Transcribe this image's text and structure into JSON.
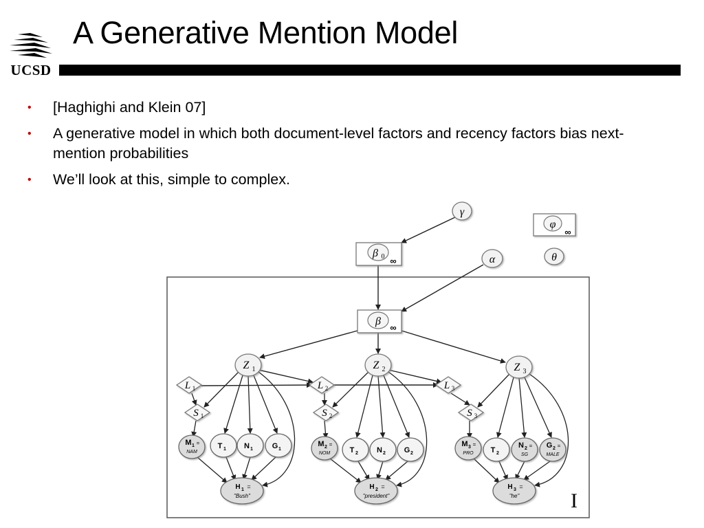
{
  "slide": {
    "title": "A Generative Mention Model",
    "logo_text": "UCSD",
    "bullets": [
      "[Haghighi and Klein 07]",
      "A generative model in which both document-level factors and recency factors bias next-mention probabilities",
      "We’ll look at this, simple to complex."
    ],
    "colors": {
      "bullet": "#c00000",
      "rule": "#000000",
      "shaded_node": "#dcdcdc"
    }
  },
  "diagram": {
    "gamma": "γ",
    "alpha": "α",
    "theta": "θ",
    "phi": "φ",
    "beta0": "β",
    "beta0_sub": "0",
    "beta": "β",
    "infinity": "∞",
    "plate_label": "I",
    "groups": [
      {
        "Z": "Z",
        "idx": "1",
        "L": "L",
        "S": "S",
        "M": "M",
        "M_sub": "1",
        "M_eq": "=",
        "M_val": "NAM",
        "T": "T",
        "T_sub": "1",
        "N": "N",
        "N_sub": "1",
        "G": "G",
        "G_sub": "1",
        "G_eq": "",
        "G_val": "",
        "H": "H",
        "H_sub": "1",
        "H_eq": "=",
        "H_val": "\"Bush\""
      },
      {
        "Z": "Z",
        "idx": "2",
        "L": "L",
        "S": "S",
        "M": "M",
        "M_sub": "2",
        "M_eq": "=",
        "M_val": "NOM",
        "T": "T",
        "T_sub": "2",
        "N": "N",
        "N_sub": "2",
        "G": "G",
        "G_sub": "2",
        "G_eq": "",
        "G_val": "",
        "H": "H",
        "H_sub": "2",
        "H_eq": "=",
        "H_val": "\"president\""
      },
      {
        "Z": "Z",
        "idx": "3",
        "L": "L",
        "S": "S",
        "M": "M",
        "M_sub": "3",
        "M_eq": "=",
        "M_val": "PRO",
        "T": "T",
        "T_sub": "2",
        "N": "N",
        "N_sub": "2",
        "N_eq": "=",
        "N_val": "SG",
        "G": "G",
        "G_sub": "2",
        "G_eq": "=",
        "G_val": "MALE",
        "H": "H",
        "H_sub": "3",
        "H_eq": "=",
        "H_val": "\"he\""
      }
    ]
  }
}
